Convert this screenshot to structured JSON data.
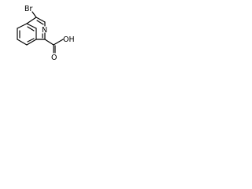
{
  "molecule": {
    "atoms": {
      "bromo": "Br",
      "ring_nitrogen": "N",
      "carbonyl_oxygen": "O",
      "hydroxyl": "OH"
    }
  }
}
